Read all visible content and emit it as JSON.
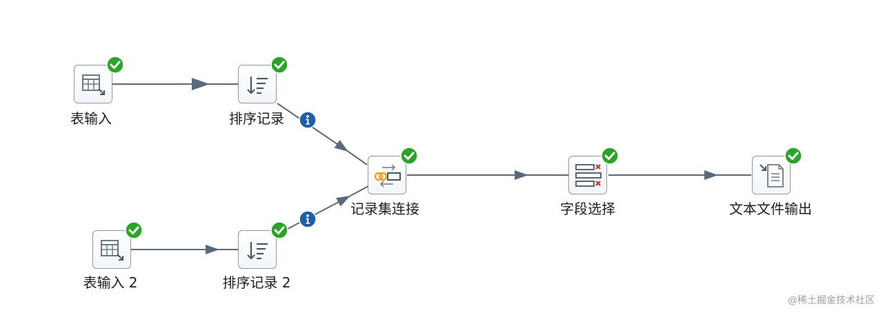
{
  "steps": {
    "table_input_1": {
      "label": "表输入",
      "icon": "table-input-icon",
      "status": "ok"
    },
    "sort_rows_1": {
      "label": "排序记录",
      "icon": "sort-rows-icon",
      "status": "ok"
    },
    "table_input_2": {
      "label": "表输入 2",
      "icon": "table-input-icon",
      "status": "ok"
    },
    "sort_rows_2": {
      "label": "排序记录 2",
      "icon": "sort-rows-icon",
      "status": "ok"
    },
    "merge_join": {
      "label": "记录集连接",
      "icon": "merge-join-icon",
      "status": "ok"
    },
    "select_values": {
      "label": "字段选择",
      "icon": "select-values-icon",
      "status": "ok"
    },
    "text_output": {
      "label": "文本文件输出",
      "icon": "text-file-output-icon",
      "status": "ok"
    }
  },
  "hops": [
    {
      "from": "表输入",
      "to": "排序记录"
    },
    {
      "from": "排序记录",
      "to": "记录集连接",
      "badge": "info"
    },
    {
      "from": "表输入 2",
      "to": "排序记录 2"
    },
    {
      "from": "排序记录 2",
      "to": "记录集连接",
      "badge": "info"
    },
    {
      "from": "记录集连接",
      "to": "字段选择"
    },
    {
      "from": "字段选择",
      "to": "文本文件输出"
    }
  ],
  "watermark": "@稀土掘金技术社区",
  "colors": {
    "hop_line": "#5a6a7c",
    "check_green": "#2aa52a",
    "info_blue": "#1e5fa8",
    "icon_border": "#8a96a5",
    "icon_red": "#d9262b",
    "icon_orange": "#f0a020"
  }
}
